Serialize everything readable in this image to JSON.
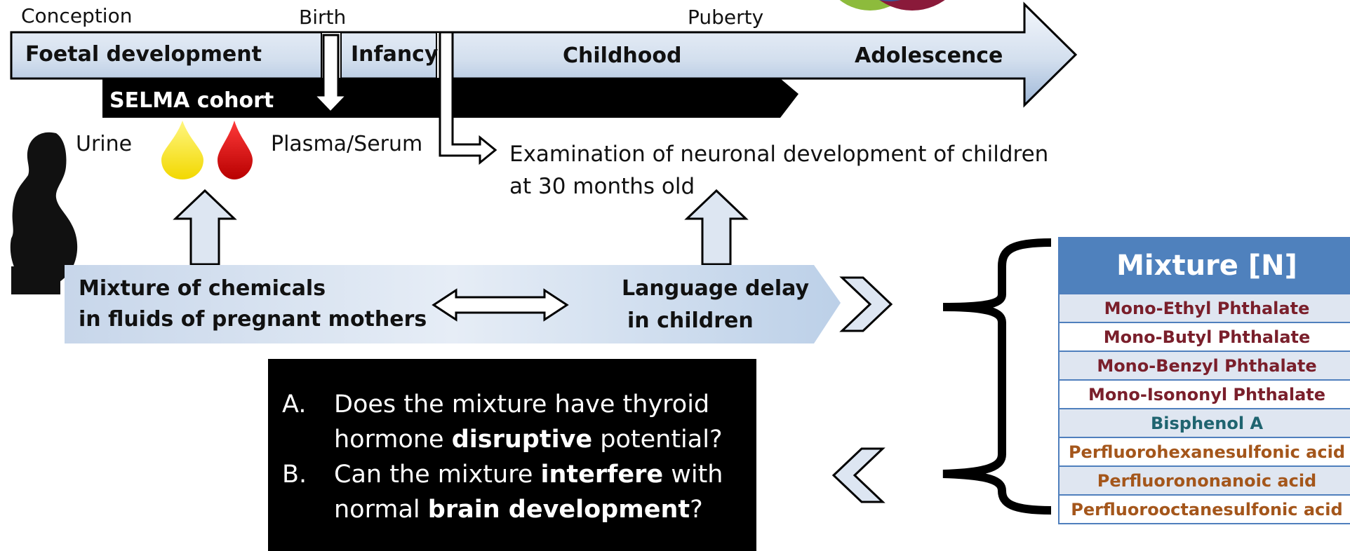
{
  "timeline": {
    "conception": "Conception",
    "birth": "Birth",
    "puberty": "Puberty",
    "stages": {
      "foetal": "Foetal development",
      "infancy": "Infancy",
      "childhood": "Childhood",
      "adolescence": "Adolescence"
    },
    "cohort": "SELMA cohort"
  },
  "samples": {
    "urine": "Urine",
    "plasma": "Plasma/Serum"
  },
  "examination": {
    "line1": "Examination of neuronal development of children",
    "line2": "at 30 months old"
  },
  "banner": {
    "mixture_line1": "Mixture of chemicals",
    "mixture_line2": "in fluids of pregnant mothers",
    "delay_line1": "Language delay",
    "delay_line2": "in children"
  },
  "questions": [
    {
      "marker": "A.",
      "line1": "Does the mixture have thyroid",
      "pre": "hormone ",
      "bold": "disruptive",
      "post": " potential?"
    },
    {
      "marker": "B.",
      "line1_pre": "Can the mixture ",
      "line1_bold": "interfere",
      "line1_post": " with",
      "pre": "normal ",
      "bold": "brain development",
      "post": "?"
    }
  ],
  "mixture": {
    "title": "Mixture [N]",
    "items": [
      {
        "name": "Mono-Ethyl Phthalate",
        "color": "#7a1f2b"
      },
      {
        "name": "Mono-Butyl Phthalate",
        "color": "#7a1f2b"
      },
      {
        "name": "Mono-Benzyl Phthalate",
        "color": "#7a1f2b"
      },
      {
        "name": "Mono-Isononyl Phthalate",
        "color": "#7a1f2b"
      },
      {
        "name": "Bisphenol A",
        "color": "#1f6470"
      },
      {
        "name": "Perfluorohexanesulfonic acid",
        "color": "#a4561b"
      },
      {
        "name": "Perfluorononanoic acid",
        "color": "#a4561b"
      },
      {
        "name": "Perfluorooctanesulfonic acid",
        "color": "#a4561b"
      }
    ]
  },
  "colors": {
    "urine_drop": "#ffee00",
    "blood_drop": "#e01010",
    "arrow_fill_light": "#eef3fa",
    "arrow_fill_dark": "#a9c0dc",
    "table_header": "#4f81bd"
  }
}
